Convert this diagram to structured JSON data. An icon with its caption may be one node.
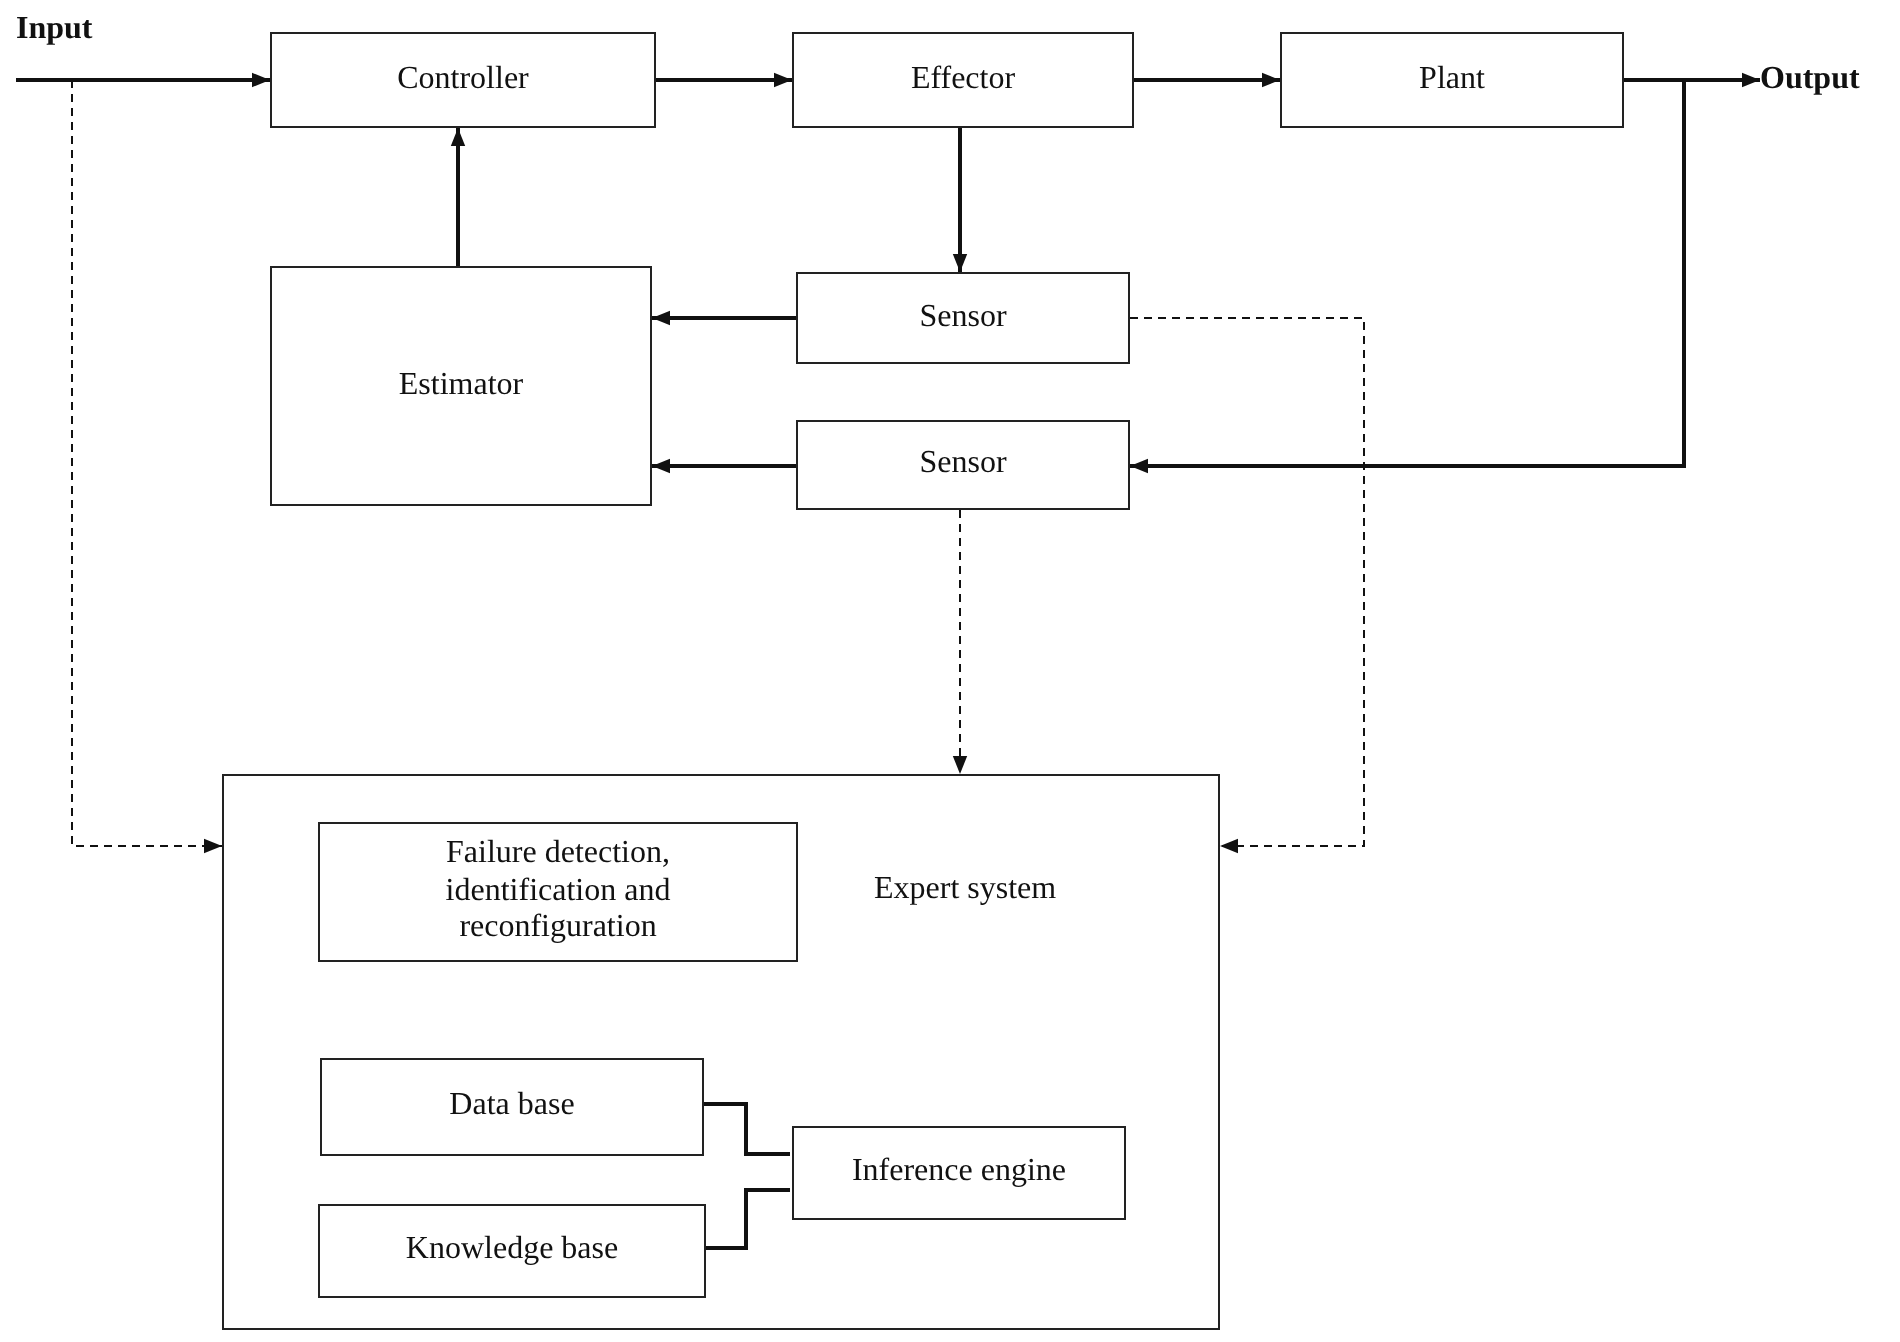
{
  "diagram": {
    "nodes": [
      {
        "text": [
          "Input"
        ]
      },
      {
        "text": [
          "Controller"
        ]
      },
      {
        "text": [
          "Effector"
        ]
      },
      {
        "text": [
          "Plant"
        ]
      },
      {
        "text": [
          "Output"
        ]
      },
      {
        "text": [
          "Estimator"
        ]
      },
      {
        "text": [
          "Sensor"
        ]
      },
      {
        "text": [
          "Sensor"
        ]
      },
      {
        "text": [
          "Expert system"
        ]
      },
      {
        "text": [
          "Failure detection, identification and reconfiguration"
        ],
        "in": 8
      },
      {
        "text": [
          "Data base"
        ],
        "in": 8
      },
      {
        "text": [
          "Inference engine"
        ],
        "in": 8
      },
      {
        "text": [
          "Knowledge base"
        ],
        "in": 8
      }
    ],
    "edges": [
      {
        "from": 0,
        "to": 1,
        "arrow": "to"
      },
      {
        "from": 1,
        "to": 2,
        "arrow": "to"
      },
      {
        "from": 2,
        "to": 3,
        "arrow": "to"
      },
      {
        "from": 3,
        "to": 4,
        "arrow": "to"
      },
      {
        "from": 3,
        "to": 7,
        "arrow": "to"
      },
      {
        "from": 2,
        "to": 6,
        "arrow": "to"
      },
      {
        "from": 5,
        "to": 1,
        "arrow": "to"
      },
      {
        "from": 6,
        "to": 5,
        "arrow": "to"
      },
      {
        "from": 7,
        "to": 5,
        "arrow": "to"
      },
      {
        "from": 0,
        "to": 8,
        "arrow": "to",
        "style": "dashed"
      },
      {
        "from": 7,
        "to": 8,
        "arrow": "to",
        "style": "dashed"
      },
      {
        "from": 6,
        "to": 8,
        "arrow": "to",
        "style": "dashed"
      },
      {
        "from": 10,
        "to": 11,
        "arrow": "none"
      },
      {
        "from": 12,
        "to": 11,
        "arrow": "none"
      }
    ]
  }
}
